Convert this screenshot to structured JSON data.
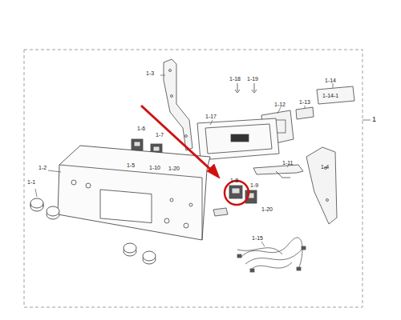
{
  "diagram": {
    "labels": [
      "1",
      "1-1",
      "1-2",
      "1-3",
      "1-4",
      "1-5",
      "1-6",
      "1-7",
      "1-8",
      "1-9",
      "1-10",
      "1-11",
      "1-12",
      "1-13",
      "1-14",
      "1-14-1",
      "1-15",
      "1-17",
      "1-18",
      "1-19",
      "1-20",
      "1-20"
    ]
  }
}
